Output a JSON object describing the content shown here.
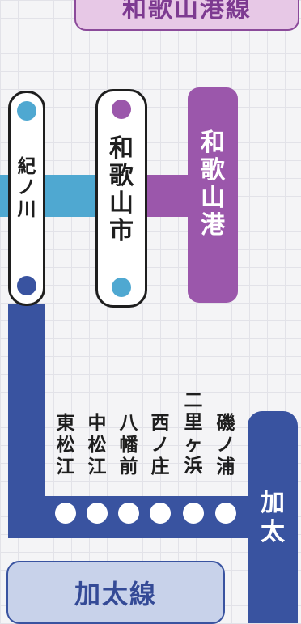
{
  "lines": {
    "wakayamako_line": "和歌山港線",
    "kata_line": "加太線"
  },
  "stations": {
    "kinokawa": "紀\nノ\n川",
    "wakayamashi": "和\n歌\n山\n市",
    "wakayamako": "和\n歌\n山\n港",
    "kata": "加\n太"
  },
  "stops": [
    "東\n松\n江",
    "中\n松\n江",
    "八\n幡\n前",
    "西\nノ\n庄",
    "二\n里\nヶ\n浜",
    "磯\nノ\n浦"
  ],
  "colors": {
    "wakayama_line": "#4fa8d1",
    "wakayamako_line": "#9b57ab",
    "kata_line": "#3953a0"
  }
}
